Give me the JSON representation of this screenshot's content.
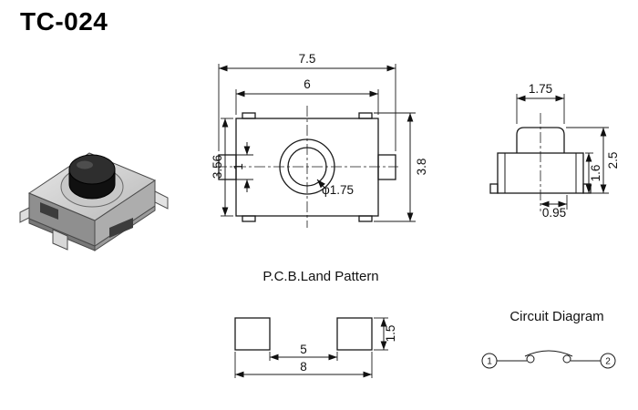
{
  "title": "TC-024",
  "sections": {
    "pcb_label": "P.C.B.Land Pattern",
    "circuit_label": "Circuit Diagram"
  },
  "top_view": {
    "dim_overall_width": "7.5",
    "dim_body_width": "6",
    "dim_body_height": "3.56",
    "dim_terminal_width": "1",
    "dim_overall_height": "3.8",
    "dim_button_diameter": "φ1.75"
  },
  "side_view": {
    "dim_button_width": "1.75",
    "dim_overall_height": "2.5",
    "dim_body_height": "1.6",
    "dim_lead_offset": "0.95"
  },
  "land_pattern": {
    "dim_pad_gap": "5",
    "dim_overall_width": "8",
    "dim_pad_height": "1.5"
  },
  "circuit": {
    "terminal_1": "1",
    "terminal_2": "2"
  }
}
